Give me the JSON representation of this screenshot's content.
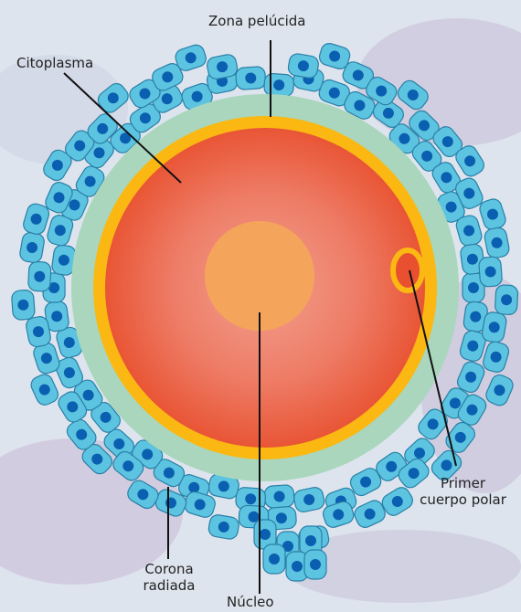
{
  "labels": {
    "zona_pelucida": "Zona pelúcida",
    "citoplasma": "Citoplasma",
    "primer_cuerpo_polar_1": "Primer",
    "primer_cuerpo_polar_2": "cuerpo polar",
    "corona_radiada_1": "Corona",
    "corona_radiada_2": "radiada",
    "nucleo": "Núcleo"
  },
  "colors": {
    "background": "#dde4ee",
    "background_blot": "#b9a9c8",
    "cell": "#5cc4e0",
    "cell_stroke": "#2a7fa6",
    "cell_nucleus": "#0a5fb0",
    "zona": "#a9d6bd",
    "yolk_ring": "#fbb813",
    "cytoplasm_outer": "#e8502f",
    "cytoplasm_inner": "#f08f7e",
    "nucleus": "#f5a55b",
    "leader_line": "#111111"
  }
}
